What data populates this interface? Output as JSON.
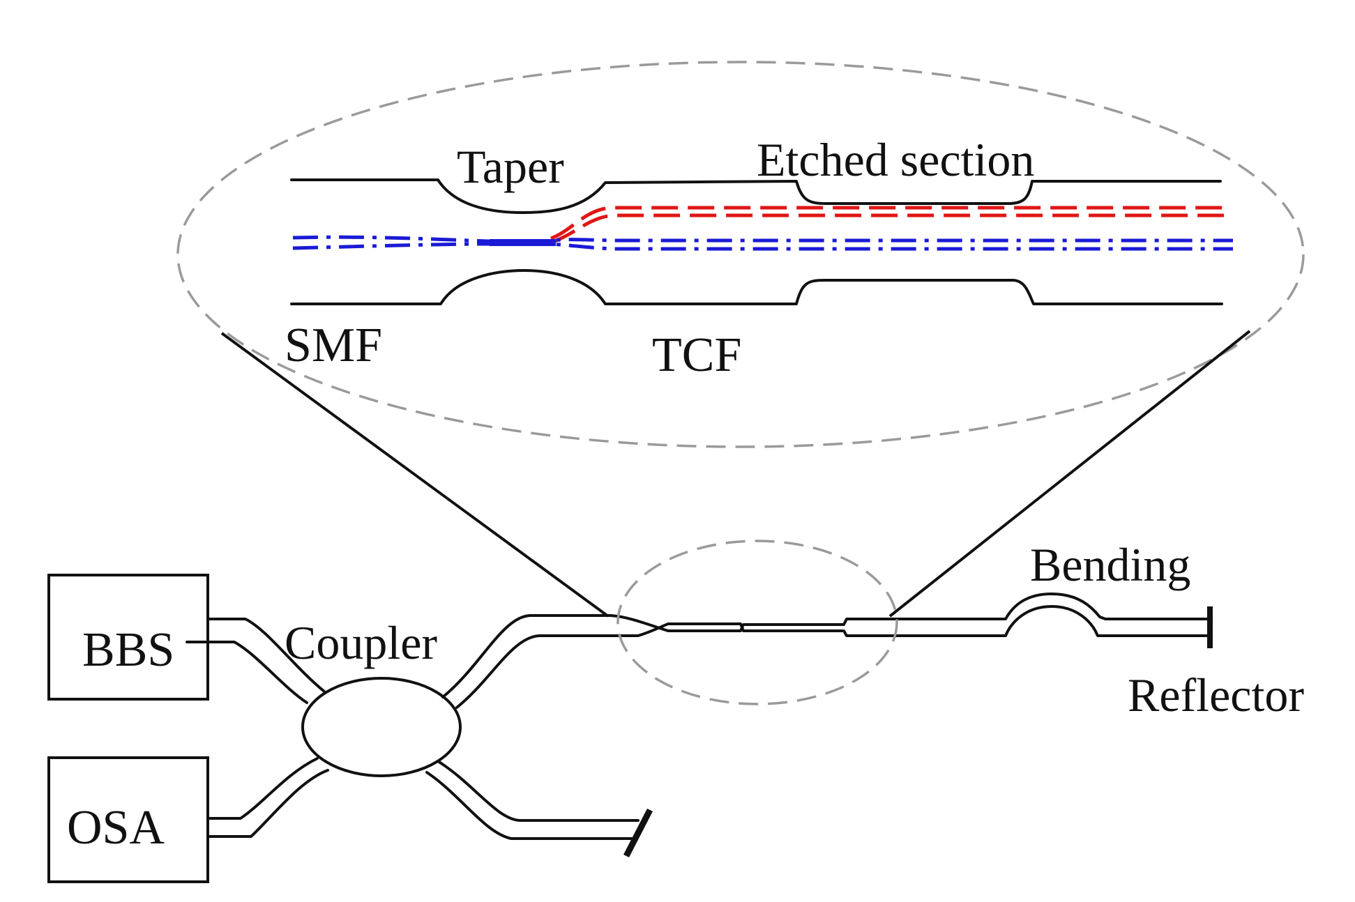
{
  "labels": {
    "taper": "Taper",
    "etched_section": "Etched section",
    "smf": "SMF",
    "tcf": "TCF",
    "bending": "Bending",
    "bbs": "BBS",
    "coupler": "Coupler",
    "osa": "OSA",
    "reflector": "Reflector"
  },
  "colors": {
    "line": "#111111",
    "zoom_outline": "#9a9a9a",
    "core_mode": "#1a1ad6",
    "cladding_mode": "#e01616"
  }
}
